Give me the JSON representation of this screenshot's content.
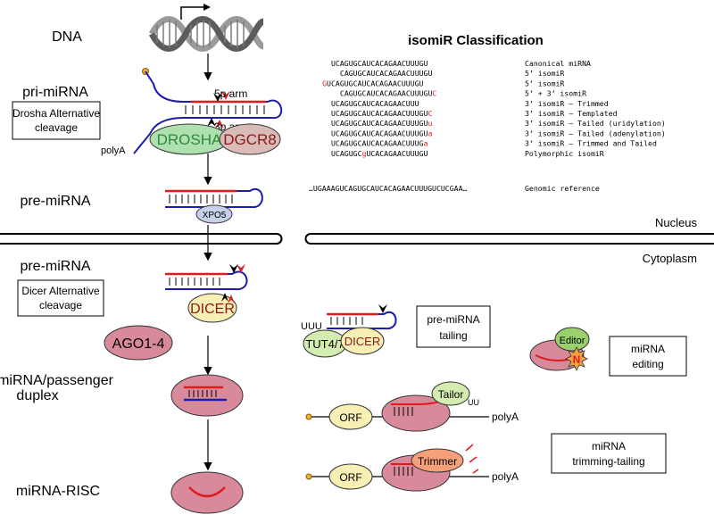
{
  "stages": {
    "dna": "DNA",
    "pri_mirna": "pri-miRNA",
    "pre_mirna_nucleus": "pre-miRNA",
    "pre_mirna_cytoplasm": "pre-miRNA",
    "duplex_line1": "miRNA/passenger",
    "duplex_line2": "duplex",
    "risc": "miRNA-RISC"
  },
  "boxes": {
    "drosha_line1": "Drosha Alternative",
    "drosha_line2": "cleavage",
    "dicer_line1": "Dicer Alternative",
    "dicer_line2": "cleavage",
    "tailing_line1": "pre-miRNA",
    "tailing_line2": "tailing",
    "editing_line1": "miRNA",
    "editing_line2": "editing",
    "trimming_line1": "miRNA",
    "trimming_line2": "trimming-tailing"
  },
  "proteins": {
    "drosha": "DROSHA",
    "dgcr8": "DGCR8",
    "xpo5": "XPO5",
    "dicer": "DICER",
    "ago": "AGO1-4",
    "tut": "TUT4/7",
    "dicer2": "DICER",
    "editor": "Editor",
    "n": "N",
    "tailor": "Tailor",
    "trimmer": "Trimmer",
    "orf1": "ORF",
    "orf2": "ORF"
  },
  "labels": {
    "arm5p": "5p arm",
    "arm3p": "3p arm",
    "polyA_pri": "polyA",
    "uuu": "UUU",
    "uu": "UU",
    "polyA_tailor": "polyA",
    "polyA_trimmer": "polyA",
    "nucleus": "Nucleus",
    "cytoplasm": "Cytoplasm"
  },
  "isomir": {
    "title": "isomiR Classification",
    "rows": [
      {
        "pre": "",
        "mid": "UCAGUGCAUCACAGAACUUUGU",
        "suf": "",
        "ins": "",
        "post": "",
        "label": "Canonical miRNA",
        "indent": 0
      },
      {
        "pre": "",
        "mid": "CAGUGCAUCACAGAACUUUGU",
        "suf": "",
        "ins": "",
        "post": "",
        "label": "5’ isomiR",
        "indent": 1
      },
      {
        "pre": "G",
        "mid": "UCAGUGCAUCACAGAACUUUGU",
        "suf": "",
        "ins": "",
        "post": "",
        "label": "5’ isomiR",
        "indent": -1
      },
      {
        "pre": "",
        "mid": "CAGUGCAUCACAGAACUUUGU",
        "suf": "C",
        "ins": "",
        "post": "",
        "label": "5’ + 3’ isomiR",
        "indent": 1
      },
      {
        "pre": "",
        "mid": "UCAGUGCAUCACAGAACUUU",
        "suf": "",
        "ins": "",
        "post": "",
        "label": "3’ isomiR – Trimmed",
        "indent": 0
      },
      {
        "pre": "",
        "mid": "UCAGUGCAUCACAGAACUUUGU",
        "suf": "C",
        "ins": "",
        "post": "",
        "label": "3’ isomiR – Templated",
        "indent": 0
      },
      {
        "pre": "",
        "mid": "UCAGUGCAUCACAGAACUUUGU",
        "suf": "u",
        "ins": "",
        "post": "",
        "label": "3’ isomiR – Tailed (uridylation)",
        "indent": 0
      },
      {
        "pre": "",
        "mid": "UCAGUGCAUCACAGAACUUUGU",
        "suf": "a",
        "ins": "",
        "post": "",
        "label": "3’ isomiR – Tailed (adenylation)",
        "indent": 0
      },
      {
        "pre": "",
        "mid": "UCAGUGCAUCACAGAACUUUG",
        "suf": "a",
        "ins": "",
        "post": "",
        "label": "3’ isomiR – Trimmed and Tailed",
        "indent": 0
      },
      {
        "pre": "",
        "mid": "UCAGUGC",
        "suf": "",
        "ins": "g",
        "post": "UCACAGAACUUUGU",
        "label": "Polymorphic isomiR",
        "indent": 0
      }
    ],
    "genomic_seq": "…UGAAAGUCAGUGCAUCACAGAACUUUGUCUCGAA…",
    "genomic_label": "Genomic reference"
  },
  "colors": {
    "drosha_fill": "#aee0b0",
    "drosha_text": "#2f8a3a",
    "dgcr8_fill": "#d9bcb8",
    "dgcr8_text": "#8a1a1a",
    "xpo5_fill": "#c6d2ea",
    "dicer_fill": "#f8efb4",
    "dicer_text": "#8a1a1a",
    "ago_fill": "#d98a9a",
    "tut_fill": "#d5ecb0",
    "editor_fill": "#9ad06e",
    "tailor_fill": "#d5ecb0",
    "trimmer_fill": "#f5a078",
    "orf_fill": "#f8efb4",
    "red": "#e01b1b",
    "blue": "#1c1cb0"
  }
}
